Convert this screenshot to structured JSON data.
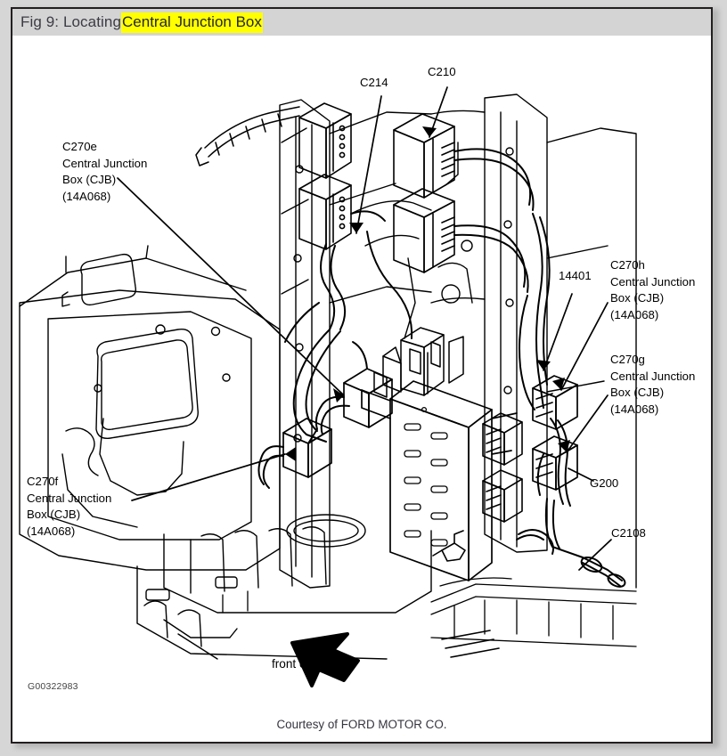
{
  "document": {
    "title_prefix": "Fig 9: Locating ",
    "title_highlight": "Central Junction Box",
    "highlight_color": "#ffff00",
    "courtesy": "Courtesy of FORD MOTOR CO.",
    "figure_id": "G00322983",
    "background_color": "#d6d6d6",
    "panel_color": "#ffffff",
    "titlebar_color": "#d4d4d4",
    "line_color": "#000000"
  },
  "callouts": [
    {
      "key": "c270e",
      "id": "C270e",
      "line2": "Central Junction",
      "line3": "Box (CJB)",
      "line4": "(14A068)"
    },
    {
      "key": "c270h",
      "id": "C270h",
      "line2": "Central Junction",
      "line3": "Box (CJB)",
      "line4": "(14A068)"
    },
    {
      "key": "c270g",
      "id": "C270g",
      "line2": "Central Junction",
      "line3": "Box (CJB)",
      "line4": "(14A068)"
    },
    {
      "key": "c270f",
      "id": "C270f",
      "line2": "Central Junction",
      "line3": "Box (CJB)",
      "line4": "(14A068)"
    }
  ],
  "tags": {
    "c214": "C214",
    "c210": "C210",
    "part_14401": "14401",
    "g200": "G200",
    "c2108": "C2108",
    "front_of_vehicle": "front of vehicle"
  },
  "icons": {
    "direction_arrow": "front-of-vehicle-arrow-icon"
  }
}
